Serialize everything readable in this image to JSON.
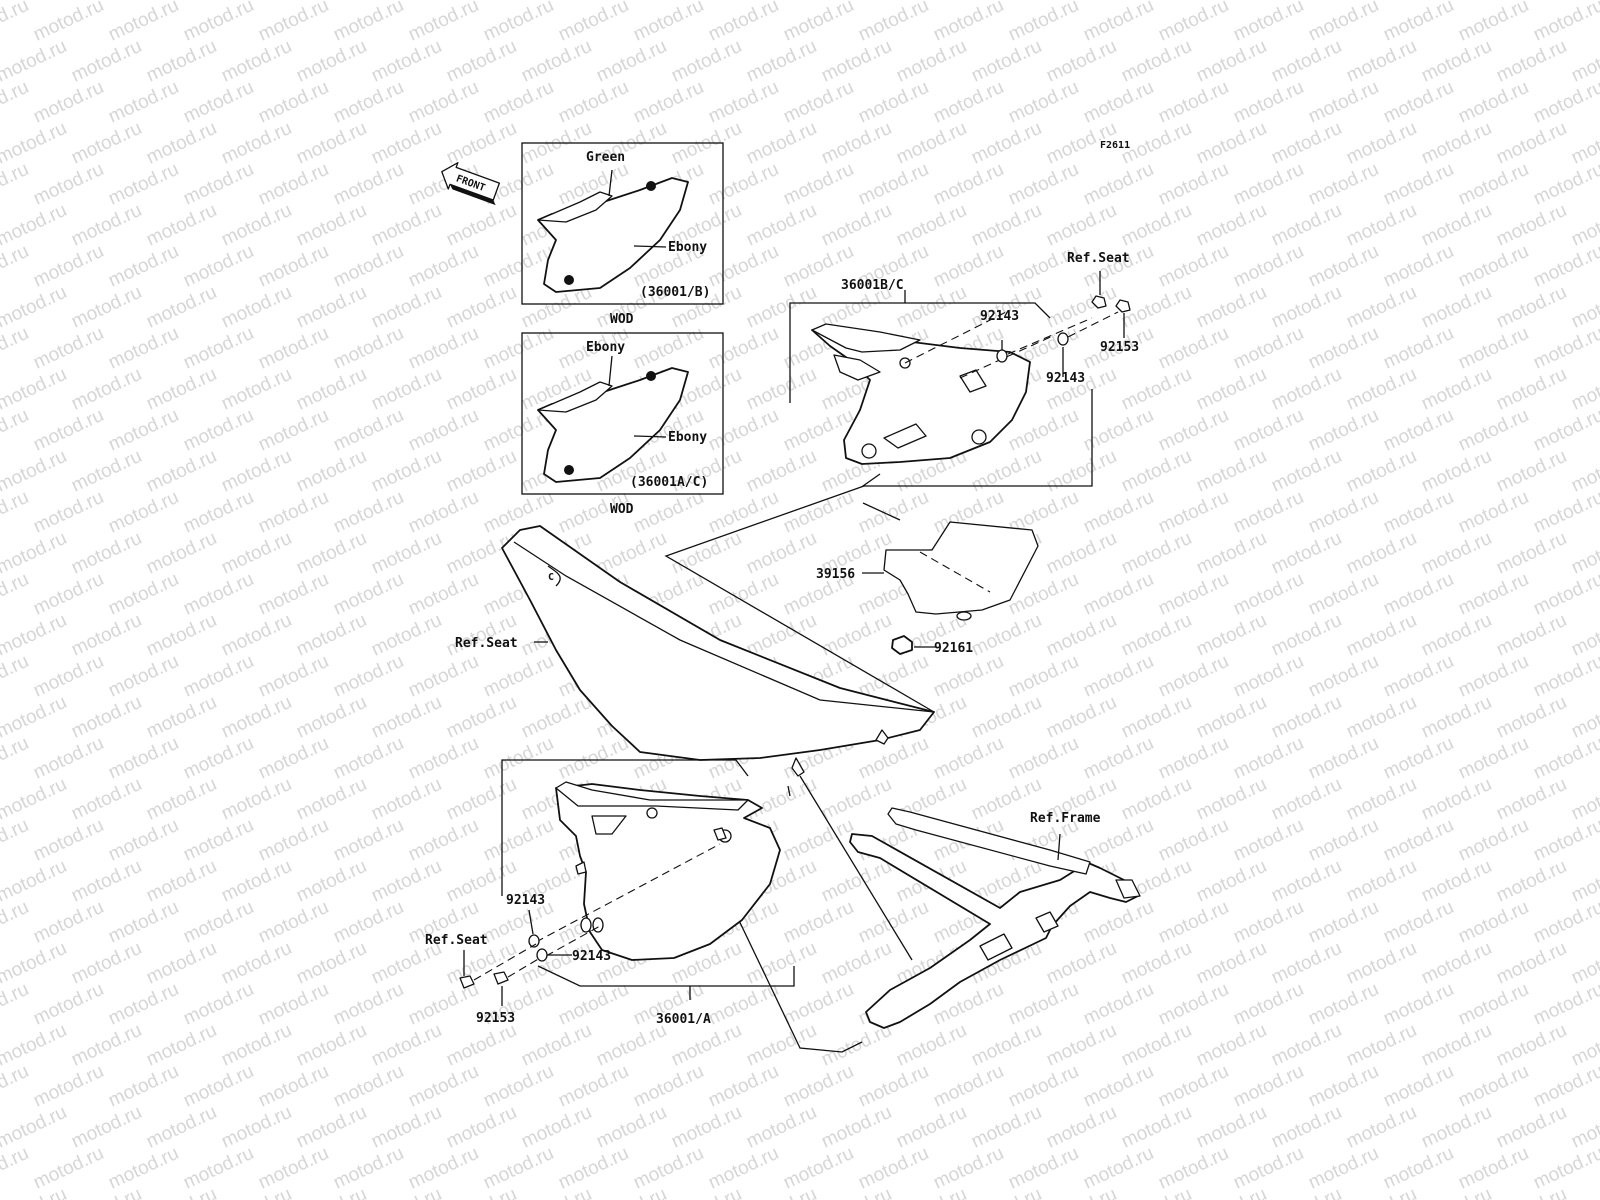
{
  "watermark": "motod.ru",
  "figure_id": "F2611",
  "front_arrow": "FRONT",
  "variants": [
    {
      "top_label": "Green",
      "side_label": "Ebony",
      "part_ref": "(36001/B)",
      "bottom_label": "WOD"
    },
    {
      "top_label": "Ebony",
      "side_label": "Ebony",
      "part_ref": "(36001A/C)",
      "bottom_label": "WOD"
    }
  ],
  "callouts": {
    "right_group": "36001B/C",
    "ref_seat_top": "Ref.Seat",
    "washer_r1": "92143",
    "bolt_r": "92153",
    "washer_r2": "92143",
    "sticker": "39156",
    "damper": "92161",
    "ref_seat_mid": "Ref.Seat",
    "ref_frame": "Ref.Frame",
    "washer_l1": "92143",
    "ref_seat_low": "Ref.Seat",
    "washer_l2": "92143",
    "bolt_l": "92153",
    "left_group": "36001/A"
  }
}
